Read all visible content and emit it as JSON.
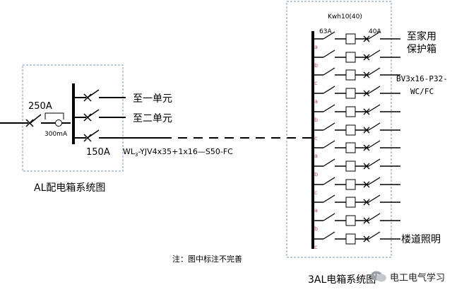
{
  "left_panel": {
    "breaker_main": "250A",
    "rcd": "300mA",
    "outputs": [
      "至一单元",
      "至二单元"
    ],
    "feeder_rating": "150A",
    "cable_spec_prefix": "WL",
    "cable_spec_sub": "3",
    "cable_spec_rest": "-YJV4x35+1x16—S50-FC",
    "caption": "AL配电箱系统图"
  },
  "right_panel": {
    "meter_label": "Kwh10(40)",
    "breaker_left": "63A",
    "breaker_right": "40A",
    "out_label_1": "至家用",
    "out_label_2": "保护箱",
    "wire_spec_1": "BV3x16-P32-",
    "wire_spec_2": "WC/FC",
    "stair_light": "楼道照明",
    "phases": [
      "a",
      "b",
      "c",
      "a",
      "b",
      "c",
      "a",
      "b",
      "c",
      "a",
      "b",
      "c"
    ],
    "caption": "3AL电箱系统图"
  },
  "note": "注：图中标注不完善",
  "watermark": "电工电气学习",
  "colors": {
    "line": "#000000",
    "panel_border": "#7b8fc9",
    "phase": "#c2407a"
  }
}
